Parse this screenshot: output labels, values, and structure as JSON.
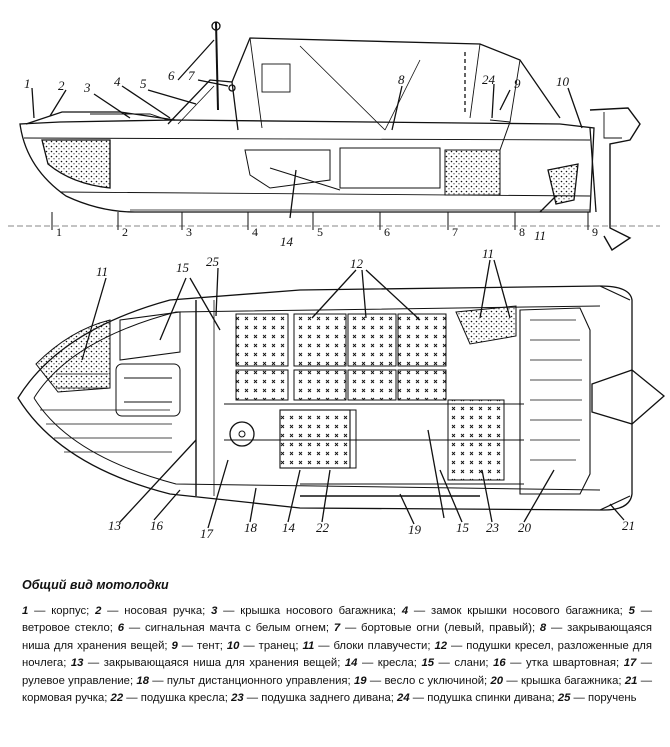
{
  "figure": {
    "side_labels": {
      "l1": "1",
      "l2": "2",
      "l3": "3",
      "l4": "4",
      "l5": "5",
      "l6": "6",
      "l7": "7",
      "l8": "8",
      "l9": "9",
      "l10": "10",
      "l14": "14",
      "l24": "24",
      "l11": "11"
    },
    "sections": [
      "1",
      "2",
      "3",
      "4",
      "5",
      "6",
      "7",
      "8",
      "9"
    ],
    "top_labels": {
      "t11a": "11",
      "t15": "15",
      "t25": "25",
      "t12": "12",
      "t11b": "11",
      "t13": "13",
      "t16": "16",
      "t17": "17",
      "t18": "18",
      "t14": "14",
      "t22": "22",
      "t19": "19",
      "t15b": "15",
      "t23": "23",
      "t20": "20",
      "t21": "21"
    }
  },
  "caption": {
    "title": "Общий вид мотолодки",
    "items": [
      {
        "n": "1",
        "t": "корпус;"
      },
      {
        "n": "2",
        "t": "носовая ручка;"
      },
      {
        "n": "3",
        "t": "крышка носового багажника;"
      },
      {
        "n": "4",
        "t": "замок крышки носового багажника;"
      },
      {
        "n": "5",
        "t": "ветровое стекло;"
      },
      {
        "n": "6",
        "t": "сигнальная мачта с белым огнем;"
      },
      {
        "n": "7",
        "t": "бортовые огни (левый, правый);"
      },
      {
        "n": "8",
        "t": "закрывающаяся ниша для хранения вещей;"
      },
      {
        "n": "9",
        "t": "тент;"
      },
      {
        "n": "10",
        "t": "транец;"
      },
      {
        "n": "11",
        "t": "блоки плавучести;"
      },
      {
        "n": "12",
        "t": "подушки кресел, разложенные для ночлега;"
      },
      {
        "n": "13",
        "t": "закрывающаяся ниша для хранения вещей;"
      },
      {
        "n": "14",
        "t": "кресла;"
      },
      {
        "n": "15",
        "t": "слани;"
      },
      {
        "n": "16",
        "t": "утка швартовная;"
      },
      {
        "n": "17",
        "t": "рулевое управление;"
      },
      {
        "n": "18",
        "t": "пульт дистанционного управления;"
      },
      {
        "n": "19",
        "t": "весло с уключиной;"
      },
      {
        "n": "20",
        "t": "крышка багажника;"
      },
      {
        "n": "21",
        "t": "кормовая ручка;"
      },
      {
        "n": "22",
        "t": "подушка кресла;"
      },
      {
        "n": "23",
        "t": "подушка заднего дивана;"
      },
      {
        "n": "24",
        "t": "подушка спинки дивана;"
      },
      {
        "n": "25",
        "t": "поручень"
      }
    ]
  }
}
